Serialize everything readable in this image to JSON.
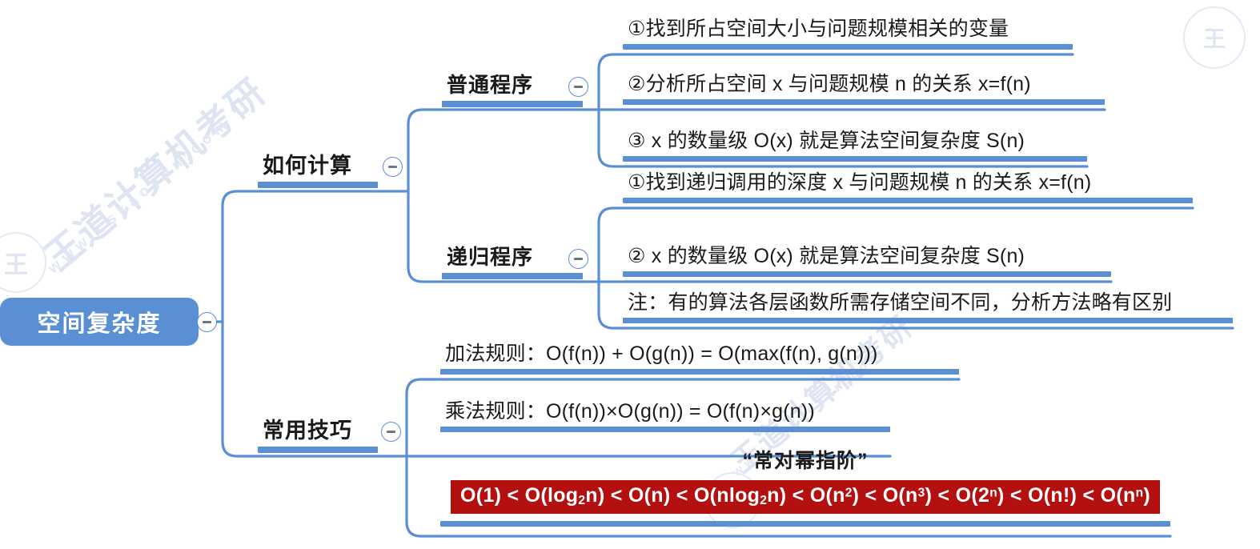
{
  "document": {
    "title": "空间复杂度 思维导图",
    "accent_color": "#5b8fd4",
    "rule_color": "#5b8fd4",
    "highlight_color": "#b51010",
    "text_color": "#1a1a1a",
    "background_color": "#ffffff"
  },
  "watermark": {
    "brand_cn": "王道计算机考研",
    "brand_url": "www.cskaoyan.com",
    "seal_glyph": "王",
    "color": "#dfe4f2"
  },
  "root": {
    "label": "空间复杂度",
    "toggle_icon": "collapse-minus-icon"
  },
  "branches": [
    {
      "id": "how-to-compute",
      "label": "如何计算",
      "toggle_icon": "collapse-minus-icon",
      "children": [
        {
          "id": "normal-program",
          "label": "普通程序",
          "toggle_icon": "collapse-minus-icon",
          "leaves": [
            {
              "id": "np-1",
              "text": "①找到所占空间大小与问题规模相关的变量"
            },
            {
              "id": "np-2",
              "text": "②分析所占空间 x 与问题规模 n 的关系 x=f(n)"
            },
            {
              "id": "np-3",
              "text": "③ x 的数量级 O(x) 就是算法空间复杂度 S(n)"
            }
          ]
        },
        {
          "id": "recursive-program",
          "label": "递归程序",
          "toggle_icon": "collapse-minus-icon",
          "leaves": [
            {
              "id": "rp-1",
              "text": "①找到递归调用的深度 x 与问题规模 n 的关系 x=f(n)"
            },
            {
              "id": "rp-2",
              "text": "② x 的数量级 O(x) 就是算法空间复杂度 S(n)"
            },
            {
              "id": "rp-3",
              "text": "注：有的算法各层函数所需存储空间不同，分析方法略有区别"
            }
          ]
        }
      ]
    },
    {
      "id": "common-tricks",
      "label": "常用技巧",
      "toggle_icon": "collapse-minus-icon",
      "leaves": [
        {
          "id": "ct-1",
          "text": "加法规则：O(f(n)) + O(g(n)) = O(max(f(n), g(n)))"
        },
        {
          "id": "ct-2",
          "text": "乘法规则：O(f(n))×O(g(n)) = O(f(n)×g(n))"
        },
        {
          "id": "ct-3",
          "heading": "“常对幂指阶”",
          "formula_parts": [
            {
              "base": "O(1)"
            },
            {
              "op": " < "
            },
            {
              "base": "O(log",
              "sub": "2",
              "tail": "n)"
            },
            {
              "op": " < "
            },
            {
              "base": "O(n)"
            },
            {
              "op": " < "
            },
            {
              "base": "O(nlog",
              "sub": "2",
              "tail": "n)"
            },
            {
              "op": " < "
            },
            {
              "base": "O(n",
              "sup": "2",
              "tail": ")"
            },
            {
              "op": " < "
            },
            {
              "base": "O(n",
              "sup": "3",
              "tail": ")"
            },
            {
              "op": " < "
            },
            {
              "base": "O(2",
              "sup": "n",
              "tail": ")"
            },
            {
              "op": " < "
            },
            {
              "base": "O(n!)"
            },
            {
              "op": " < "
            },
            {
              "base": "O(n",
              "sup": "n",
              "tail": ")"
            }
          ],
          "formula_plain": "O(1) < O(log2n) < O(n) < O(nlog2n) < O(n2) < O(n3) < O(2n) < O(n!) < O(nn)"
        }
      ]
    }
  ]
}
